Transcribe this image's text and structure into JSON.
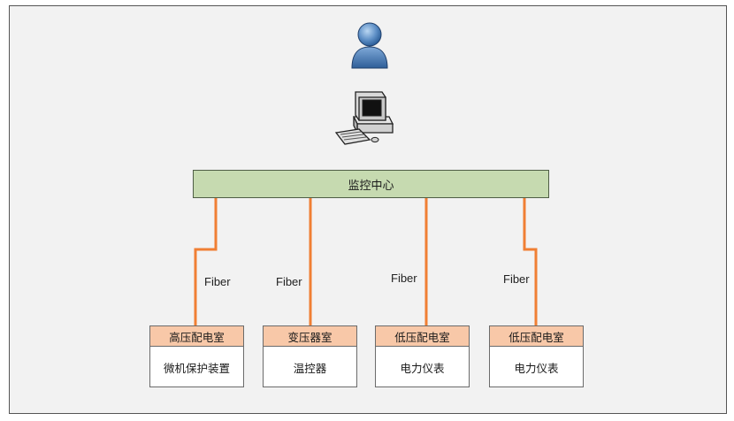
{
  "bus_label": "监控中心",
  "icons": {
    "operator": "user-icon",
    "workstation": "computer-icon"
  },
  "colors": {
    "fiber": "#f07f34",
    "bus": "#c6dab0",
    "station_header": "#f8c8a8"
  },
  "links": [
    {
      "label": "Fiber"
    },
    {
      "label": "Fiber"
    },
    {
      "label": "Fiber"
    },
    {
      "label": "Fiber"
    }
  ],
  "stations": [
    {
      "title": "高压配电室",
      "device": "微机保护装置"
    },
    {
      "title": "变压器室",
      "device": "温控器"
    },
    {
      "title": "低压配电室",
      "device": "电力仪表"
    },
    {
      "title": "低压配电室",
      "device": "电力仪表"
    }
  ]
}
